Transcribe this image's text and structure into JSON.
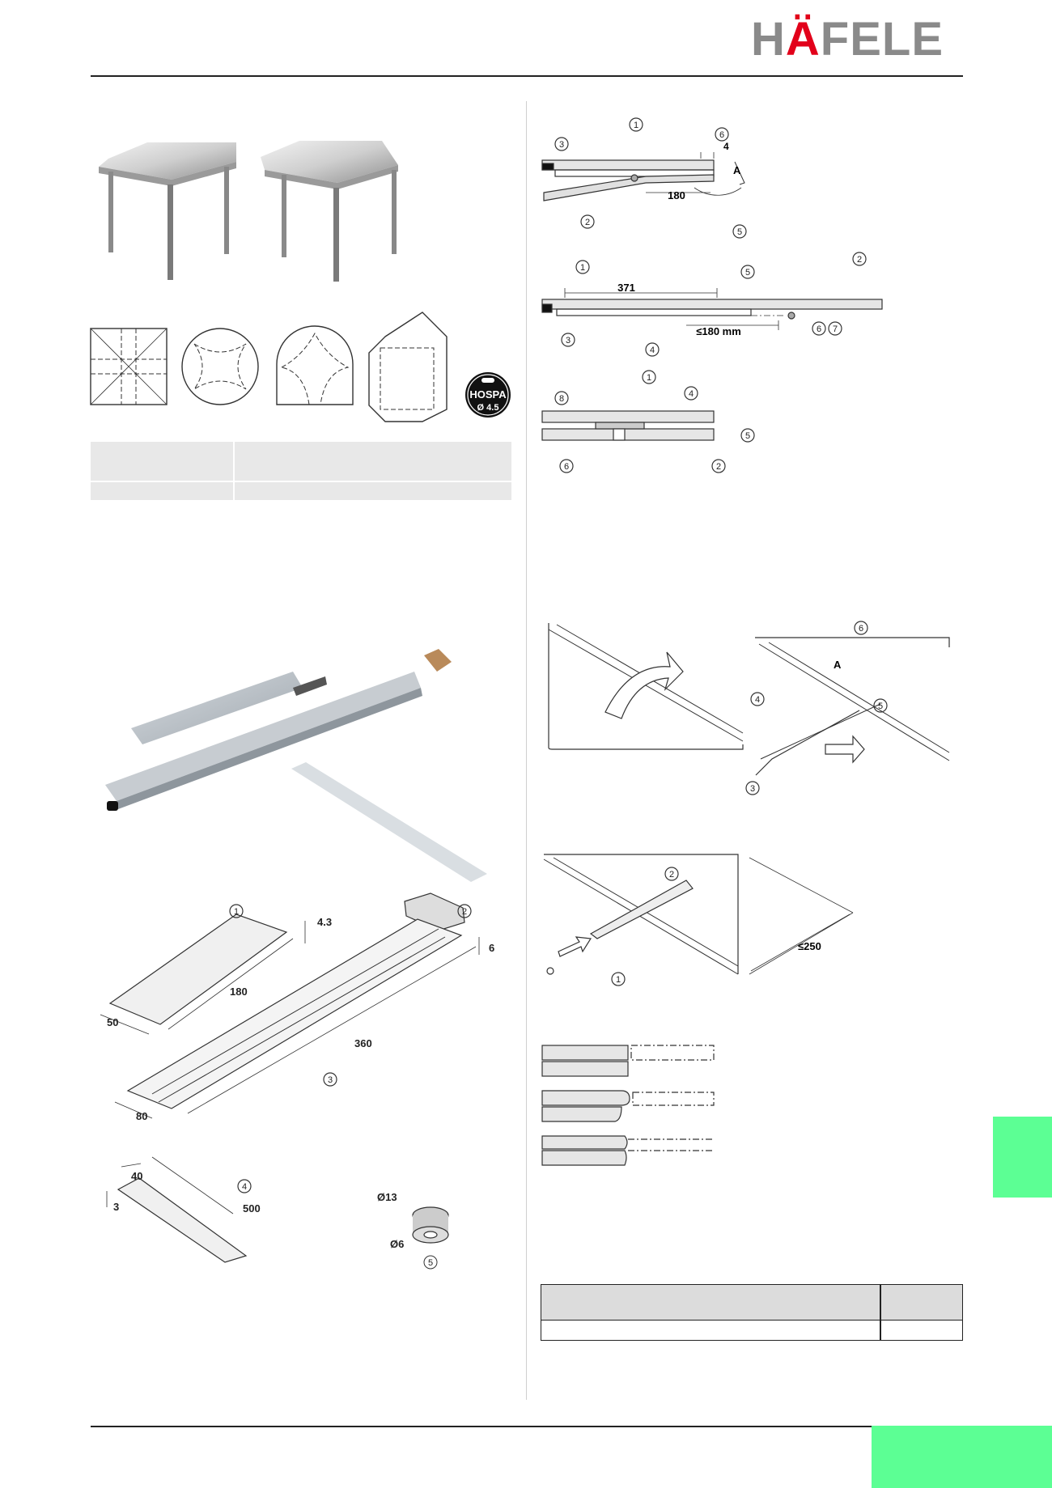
{
  "brand": {
    "logo_text_start": "H",
    "logo_text_accent": "Ä",
    "logo_text_end": "FELE",
    "logo_color": "#8a8a8a",
    "accent_color": "#e2001a"
  },
  "tab_color": "#5cff94",
  "badge": {
    "text": "HOSPA",
    "value": "Ø 4.5"
  },
  "cross_section": {
    "labels": [
      "1",
      "2",
      "3",
      "5",
      "6"
    ],
    "dim_gap": "4",
    "dim_length": "180",
    "detail": "A"
  },
  "extended_section": {
    "labels": [
      "1",
      "2",
      "3",
      "4",
      "5",
      "6",
      "7"
    ],
    "dim_length": "371",
    "dim_travel": "≤180 mm"
  },
  "profile_section": {
    "labels": [
      "1",
      "2",
      "4",
      "5",
      "6",
      "8"
    ]
  },
  "assembly": {
    "labels": [
      "3",
      "4",
      "5",
      "6"
    ],
    "detail": "A"
  },
  "mount": {
    "labels": [
      "1",
      "2"
    ],
    "dim_distance": "≤250"
  },
  "parts": {
    "plate": {
      "label": "1",
      "dim_length": "180",
      "dim_width": "50",
      "dim_thickness": "4.3"
    },
    "catch": {
      "label": "2",
      "dim_height": "6"
    },
    "channel": {
      "label": "3",
      "dim_length": "360",
      "dim_width": "80"
    },
    "rail": {
      "label": "4",
      "dim_width": "40",
      "dim_height": "3",
      "dim_length": "500"
    },
    "stop": {
      "label": "5",
      "dim_outer": "Ø13",
      "dim_inner": "Ø6"
    }
  }
}
